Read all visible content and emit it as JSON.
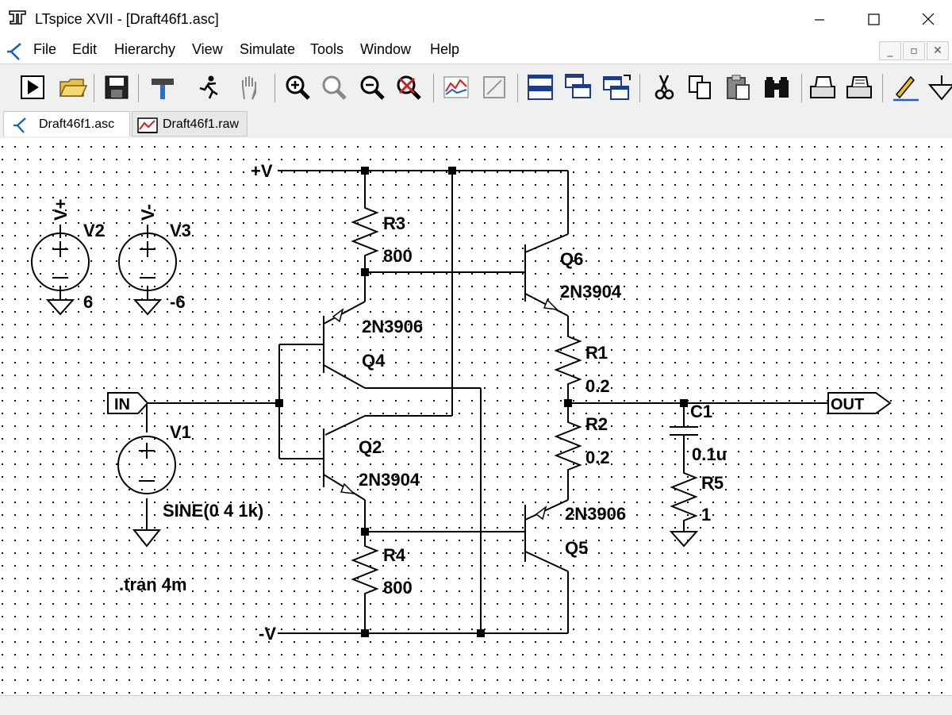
{
  "window": {
    "title": "LTspice XVII - [Draft46f1.asc]"
  },
  "menu": [
    "File",
    "Edit",
    "Hierarchy",
    "View",
    "Simulate",
    "Tools",
    "Window",
    "Help"
  ],
  "mdi_buttons": [
    "_",
    "▫",
    "✕"
  ],
  "tabs": [
    {
      "label": "Draft46f1.asc",
      "active": true
    },
    {
      "label": "Draft46f1.raw",
      "active": false
    }
  ],
  "toolbar_icons": [
    "run-icon",
    "open-icon",
    "save-icon",
    "control-panel-icon",
    "halt-icon",
    "pan-icon",
    "zoom-in-icon",
    "zoom-area-icon",
    "zoom-out-icon",
    "zoom-fit-icon",
    "autorange-icon",
    "waveform-icon",
    "tile-icon",
    "cascade-icon",
    "close-window-icon",
    "cut-icon",
    "copy-icon",
    "paste-icon",
    "find-icon",
    "print-icon",
    "print-preview-icon",
    "draw-wire-icon",
    "ground-icon"
  ],
  "schematic": {
    "labels": {
      "vplus": "+V",
      "vminus": "-V",
      "in": "IN",
      "out": "OUT",
      "v2_name": "V2",
      "v2_value": "6",
      "v2_flag": "V+",
      "v3_name": "V3",
      "v3_value": "-6",
      "v3_flag": "V-",
      "v1_name": "V1",
      "v1_value": "SINE(0 4 1k)",
      "r3_name": "R3",
      "r3_value": "800",
      "r4_name": "R4",
      "r4_value": "800",
      "r1_name": "R1",
      "r1_value": "0.2",
      "r2_name": "R2",
      "r2_value": "0.2",
      "r5_name": "R5",
      "r5_value": "1",
      "c1_name": "C1",
      "c1_value": "0.1u",
      "q6_name": "Q6",
      "q6_model": "2N3904",
      "q4_name": "Q4",
      "q4_model": "2N3906",
      "q2_name": "Q2",
      "q2_model": "2N3904",
      "q5_name": "Q5",
      "q5_model": "2N3906",
      "directive": ".tran 4m"
    }
  },
  "colors": {
    "wire": "#000000",
    "grid_dot": "#000000",
    "background": "#ffffff",
    "toolbar": "#f0f0f0"
  }
}
